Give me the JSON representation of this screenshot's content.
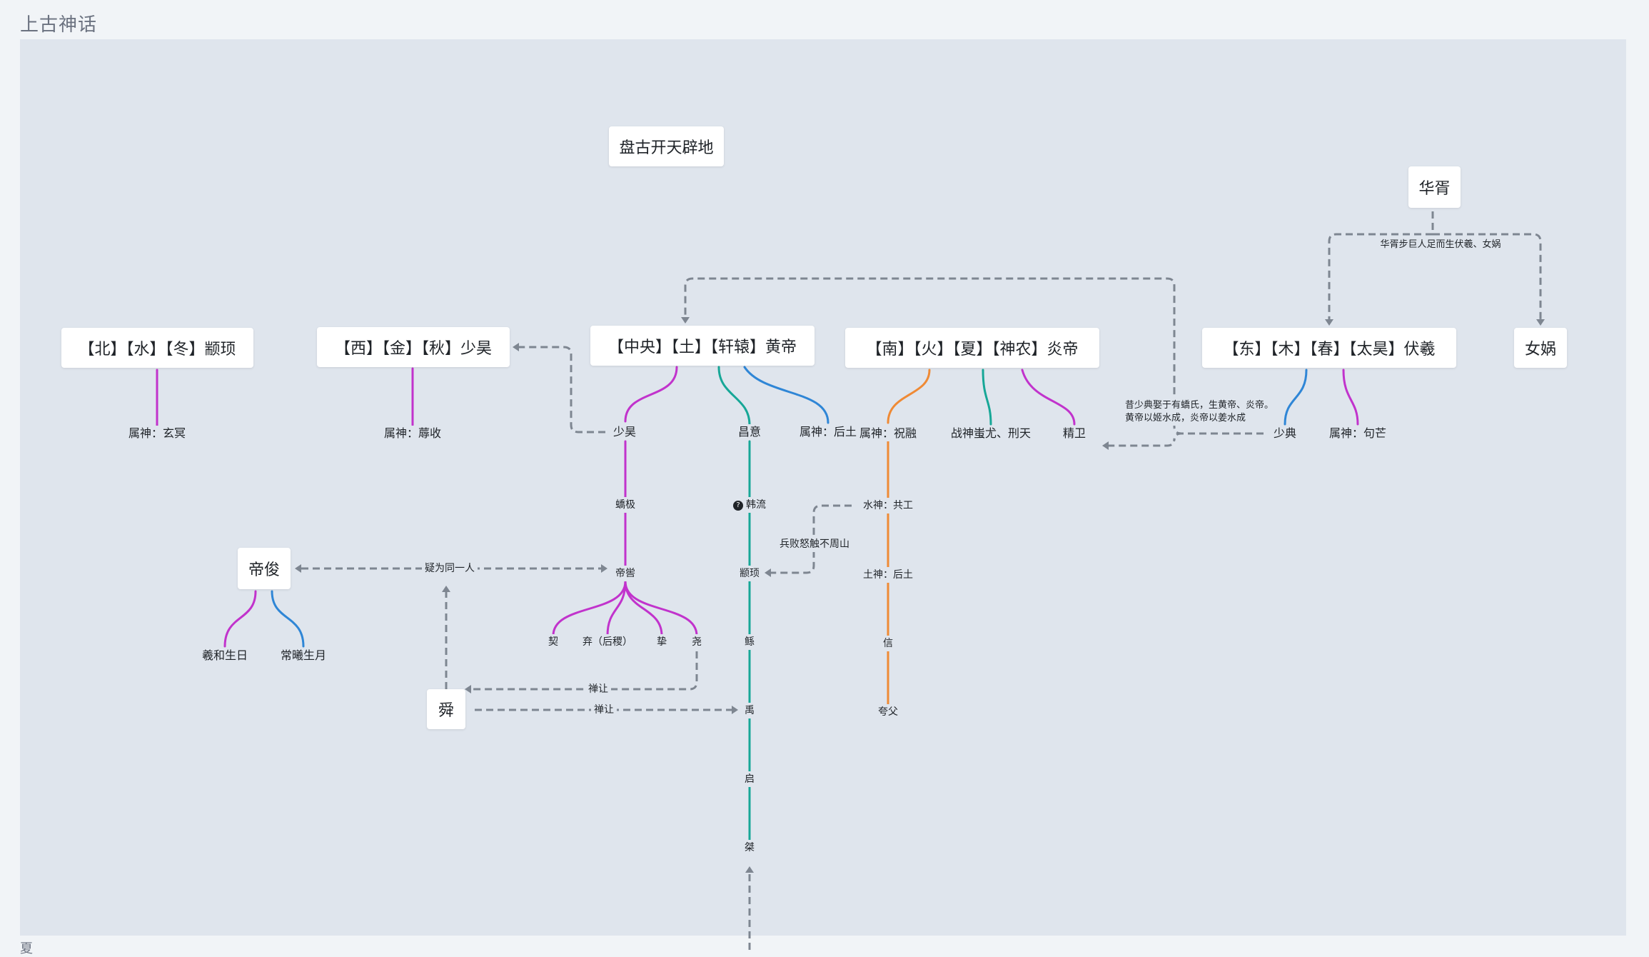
{
  "title": "上古神话",
  "bottom_glyph": "夏",
  "nodes": {
    "pangu": "盘古开天辟地",
    "huaxu": "华胥",
    "north": "【北】【水】【冬】颛顼",
    "west": "【西】【金】【秋】少昊",
    "center": "【中央】【土】【轩辕】黄帝",
    "south": "【南】【火】【夏】【神农】炎帝",
    "east": "【东】【木】【春】【太昊】伏羲",
    "nuwa": "女娲",
    "dijun": "帝俊",
    "shun": "舜"
  },
  "labels": {
    "xuanming": "属神：玄冥",
    "rushou": "属神：蓐收",
    "shaohao": "少昊",
    "changyi": "昌意",
    "houtu_c": "属神：后土",
    "zhurong": "属神：祝融",
    "chiyou": "战神蚩尤、刑天",
    "jingwei": "精卫",
    "shaodian": "少典",
    "goumang": "属神：句芒",
    "jiaoji": "蟜极",
    "hanliu": "韩流",
    "hanliu_icon": "?",
    "digu": "帝喾",
    "zhuanxu": "颛顼",
    "gonggong": "水神：共工",
    "houtu_s": "土神：后土",
    "xie": "契",
    "qi_houji": "弃（后稷）",
    "zhi": "挚",
    "yao": "尧",
    "gun": "鲧",
    "xin": "信",
    "yu": "禹",
    "qi": "启",
    "kuafu": "夸父",
    "jie": "桀",
    "xihe": "羲和生日",
    "changxi": "常曦生月"
  },
  "edge_labels": {
    "huaxu_note": "华胥步巨人足而生伏羲、女娲",
    "shaodian_note": "昔少典娶于有蟜氏，生黄帝、炎帝。\n黄帝以姬水成，炎帝以姜水成",
    "same_person": "疑为同一人",
    "buzhou": "兵败怒触不周山",
    "shanrang1": "禅让",
    "shanrang2": "禅让"
  },
  "colors": {
    "magenta": "#c133cc",
    "teal": "#17a797",
    "blue": "#2f86d6",
    "orange": "#ef8a35",
    "dashed": "#7e8691"
  }
}
